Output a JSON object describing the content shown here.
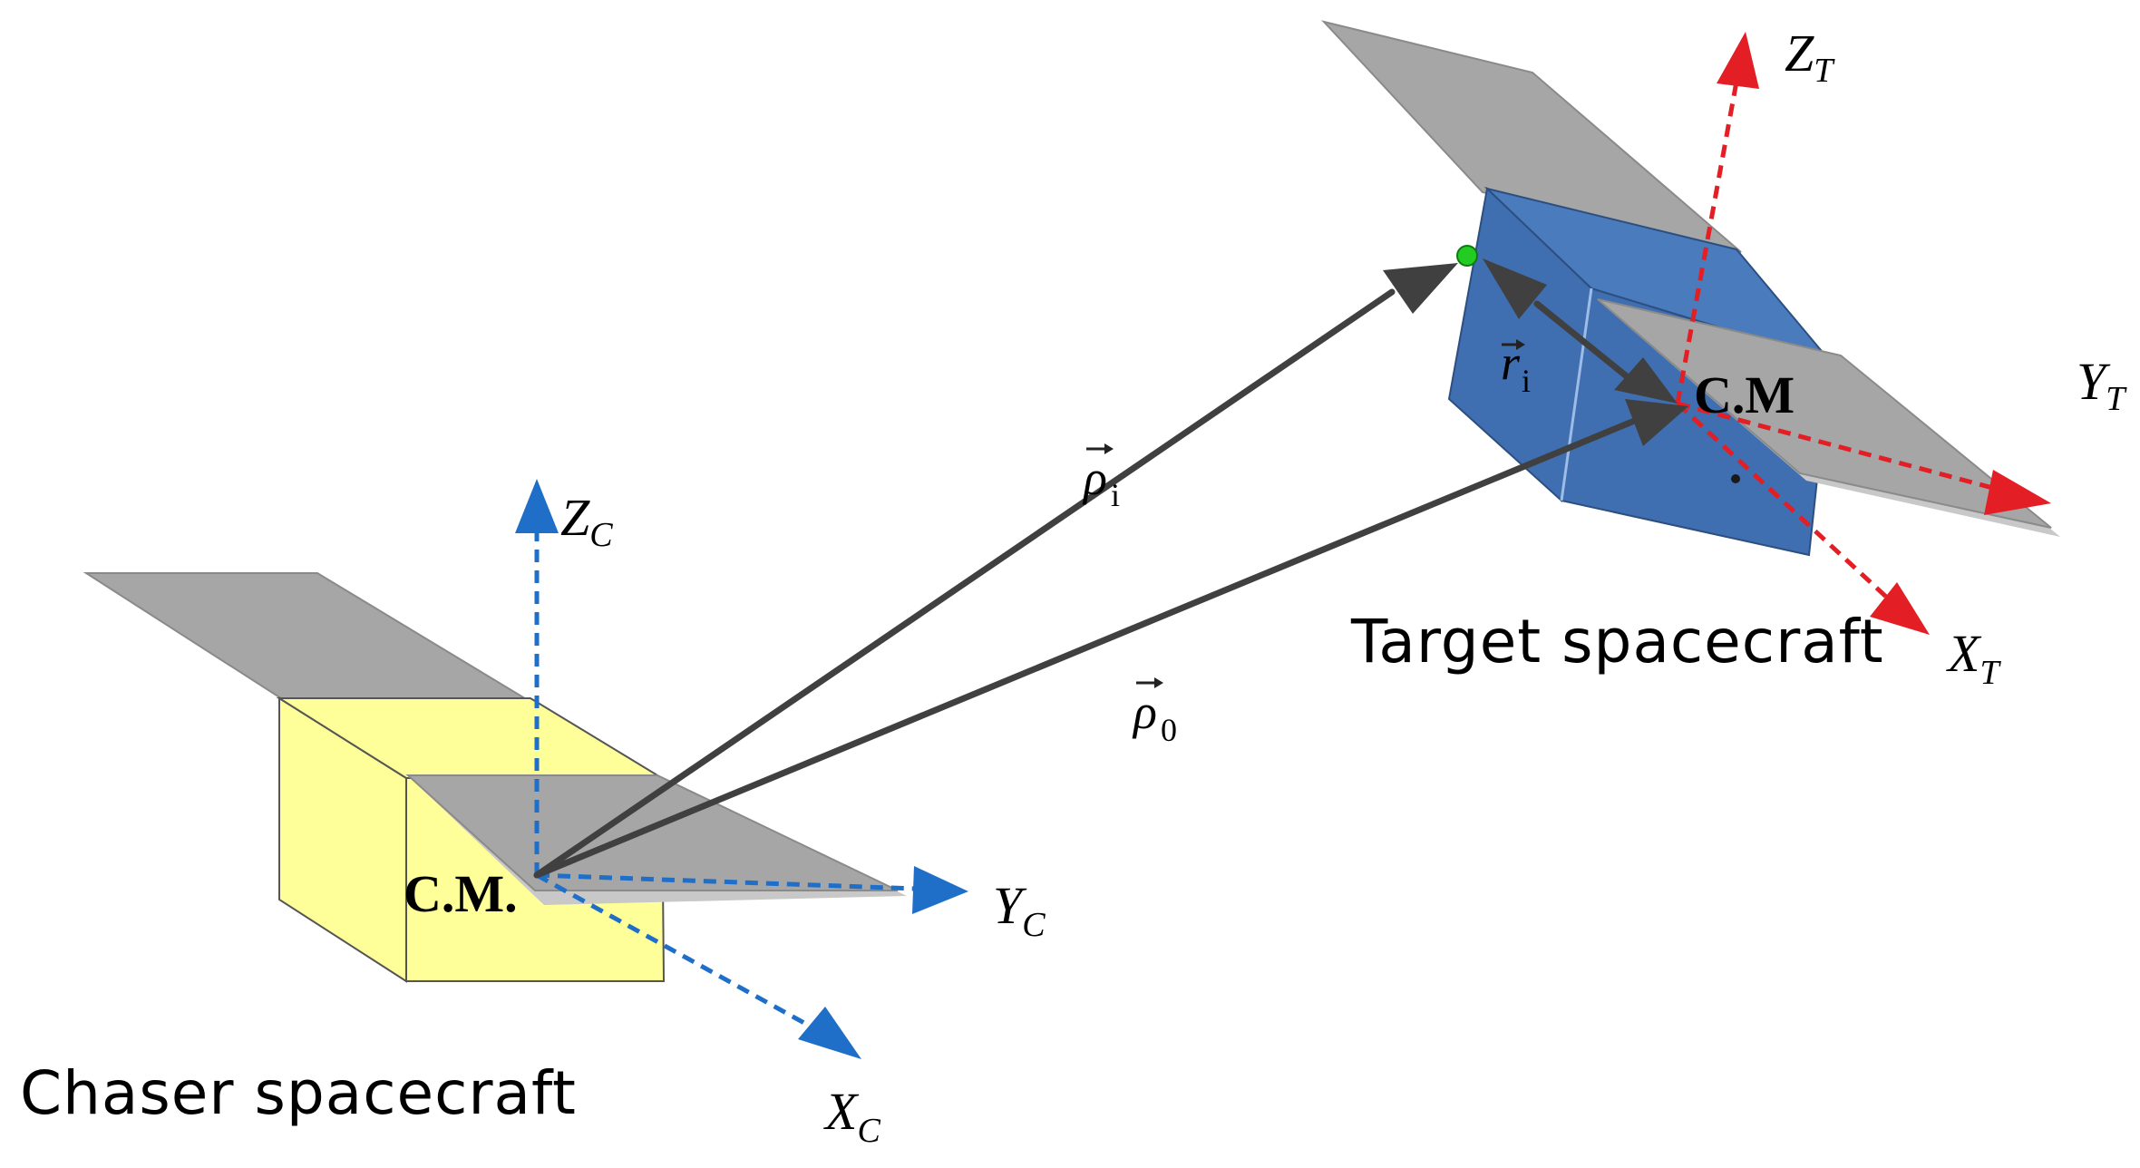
{
  "diagram": {
    "chaser": {
      "caption": "Chaser spacecraft",
      "cm_label": "C.M.",
      "body_color": "#ffff99",
      "axes": {
        "z": {
          "main": "Z",
          "sub": "C"
        },
        "y": {
          "main": "Y",
          "sub": "C"
        },
        "x": {
          "main": "X",
          "sub": "C"
        }
      }
    },
    "target": {
      "caption": "Target spacecraft",
      "cm_label": "C.M",
      "body_color": "#3f6fb0",
      "axes": {
        "z": {
          "main": "Z",
          "sub": "T"
        },
        "y": {
          "main": "Y",
          "sub": "T"
        },
        "x": {
          "main": "X",
          "sub": "T"
        }
      }
    },
    "vectors": {
      "rho_i": {
        "main": "ρ",
        "sub": "i"
      },
      "rho_0": {
        "main": "ρ",
        "sub": "0"
      },
      "r_i": {
        "main": "r",
        "sub": "i"
      }
    },
    "colors": {
      "chaser_axes": "#1f6fc8",
      "target_axes": "#e31e24",
      "vectors": "#404040",
      "panel": "#a6a6a6",
      "feature_point": "#22cc22"
    }
  }
}
